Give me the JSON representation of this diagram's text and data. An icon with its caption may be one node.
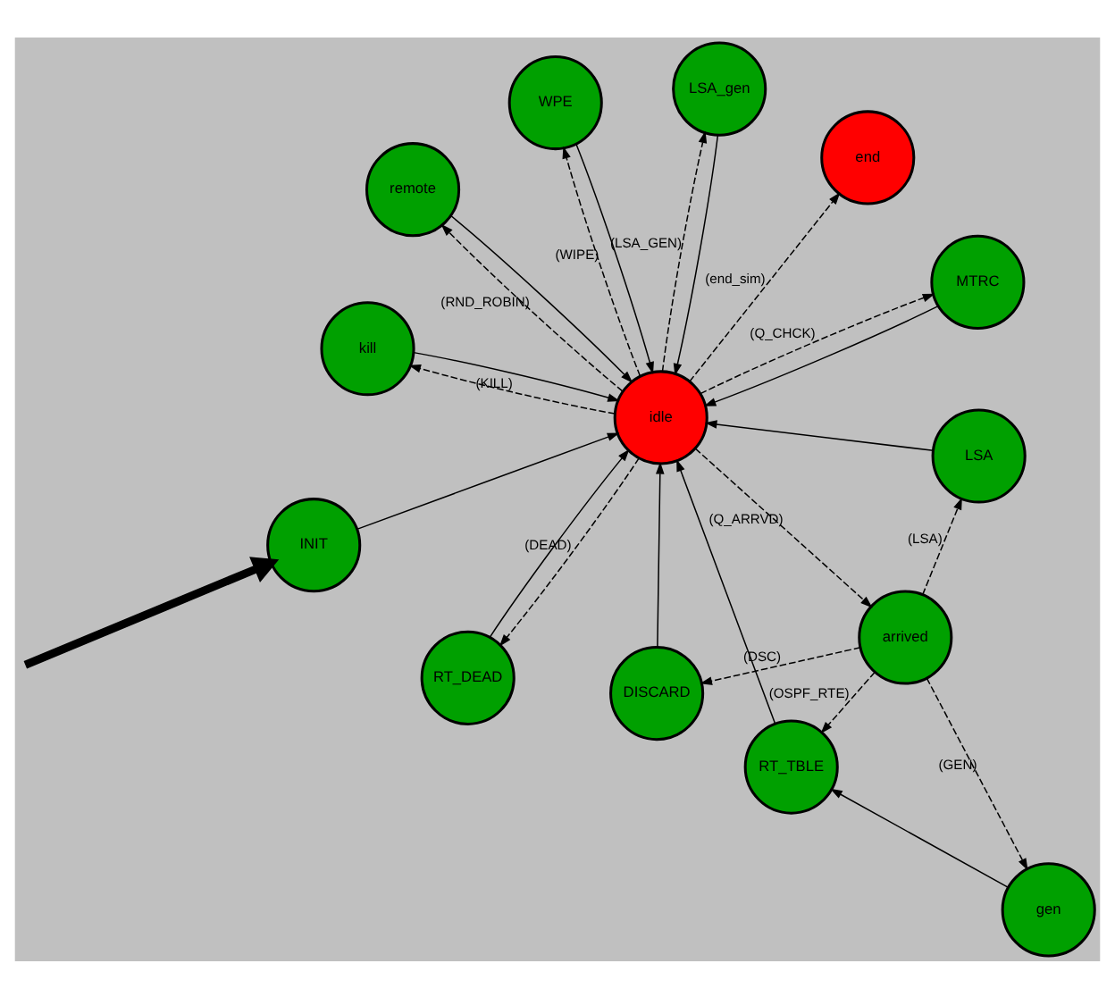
{
  "diagram": {
    "nodes": [
      {
        "text": [
          "LSA_gen"
        ]
      },
      {
        "text": [
          "RT_DEAD"
        ]
      },
      {
        "text": [
          "WPE"
        ]
      },
      {
        "text": [
          "kill"
        ]
      },
      {
        "text": [
          "INIT"
        ]
      },
      {
        "text": [
          "idle"
        ]
      },
      {
        "text": [
          "end"
        ]
      },
      {
        "text": [
          "remote"
        ]
      },
      {
        "text": [
          "gen"
        ]
      },
      {
        "text": [
          "RT_TBLE"
        ]
      },
      {
        "text": [
          "MTRC"
        ]
      },
      {
        "text": [
          "LSA"
        ]
      },
      {
        "text": [
          "DISCARD"
        ]
      },
      {
        "text": [
          "arrived"
        ]
      }
    ],
    "edges": [
      {
        "from": null,
        "to": 4,
        "arrow": "to",
        "style": "thick"
      },
      {
        "from": 4,
        "to": 5,
        "arrow": "to"
      },
      {
        "from": 5,
        "to": 2,
        "arrow": "to",
        "style": "dashed",
        "label": "(WIPE)"
      },
      {
        "from": 2,
        "to": 5,
        "arrow": "to"
      },
      {
        "from": 5,
        "to": 0,
        "arrow": "to",
        "style": "dashed",
        "label": "(LSA_GEN)"
      },
      {
        "from": 0,
        "to": 5,
        "arrow": "to"
      },
      {
        "from": 5,
        "to": 1,
        "arrow": "to",
        "style": "dashed",
        "label": "(DEAD)"
      },
      {
        "from": 1,
        "to": 5,
        "arrow": "to"
      },
      {
        "from": 5,
        "to": 3,
        "arrow": "to",
        "style": "dashed",
        "label": "(KILL)"
      },
      {
        "from": 3,
        "to": 5,
        "arrow": "to"
      },
      {
        "from": 5,
        "to": 6,
        "arrow": "to",
        "style": "dashed",
        "label": "(end_sim)"
      },
      {
        "from": 9,
        "to": 5,
        "arrow": "to"
      },
      {
        "from": 5,
        "to": 7,
        "arrow": "to",
        "style": "dashed",
        "label": "(RND_ROBIN)"
      },
      {
        "from": 7,
        "to": 5,
        "arrow": "to"
      },
      {
        "from": 5,
        "to": 10,
        "arrow": "to",
        "style": "dashed",
        "label": "(Q_CHCK)"
      },
      {
        "from": 10,
        "to": 5,
        "arrow": "to"
      },
      {
        "from": 12,
        "to": 5,
        "arrow": "to"
      },
      {
        "from": 11,
        "to": 5,
        "arrow": "to"
      },
      {
        "from": 5,
        "to": 13,
        "arrow": "to",
        "style": "dashed",
        "label": "(Q_ARRVD)"
      },
      {
        "from": 13,
        "to": 11,
        "arrow": "to",
        "style": "dashed",
        "label": "(LSA)"
      },
      {
        "from": 13,
        "to": 12,
        "arrow": "to",
        "style": "dashed",
        "label": "(DSC)"
      },
      {
        "from": 13,
        "to": 8,
        "arrow": "to",
        "style": "dashed",
        "label": "(GEN)"
      },
      {
        "from": 13,
        "to": 9,
        "arrow": "to",
        "style": "dashed",
        "label": "(OSPF_RTE)"
      },
      {
        "from": 8,
        "to": 9,
        "arrow": "to"
      }
    ]
  }
}
